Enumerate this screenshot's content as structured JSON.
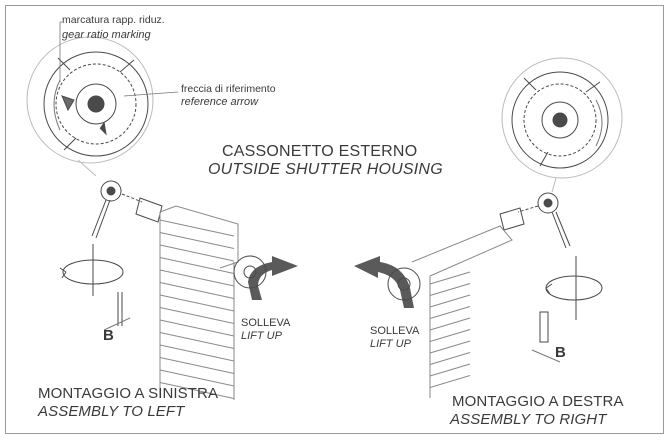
{
  "callouts": {
    "gear_ratio_it": "marcatura rapp. riduz.",
    "gear_ratio_en": "gear ratio marking",
    "reference_arrow_it": "freccia di riferimento",
    "reference_arrow_en": "reference arrow"
  },
  "housing": {
    "title_it": "CASSONETTO ESTERNO",
    "title_en": "OUTSIDE SHUTTER HOUSING"
  },
  "lift_left": {
    "it": "SOLLEVA",
    "en": "LIFT UP"
  },
  "lift_right": {
    "it": "SOLLEVA",
    "en": "LIFT UP"
  },
  "assembly_left": {
    "it": "MONTAGGIO A SINISTRA",
    "en": "ASSEMBLY TO LEFT"
  },
  "assembly_right": {
    "it": "MONTAGGIO A DESTRA",
    "en": "ASSEMBLY TO RIGHT"
  },
  "marker_left": "B",
  "marker_right": "B",
  "colors": {
    "line": "#3a3a3a",
    "light": "#9a9a9a",
    "background": "#ffffff"
  }
}
